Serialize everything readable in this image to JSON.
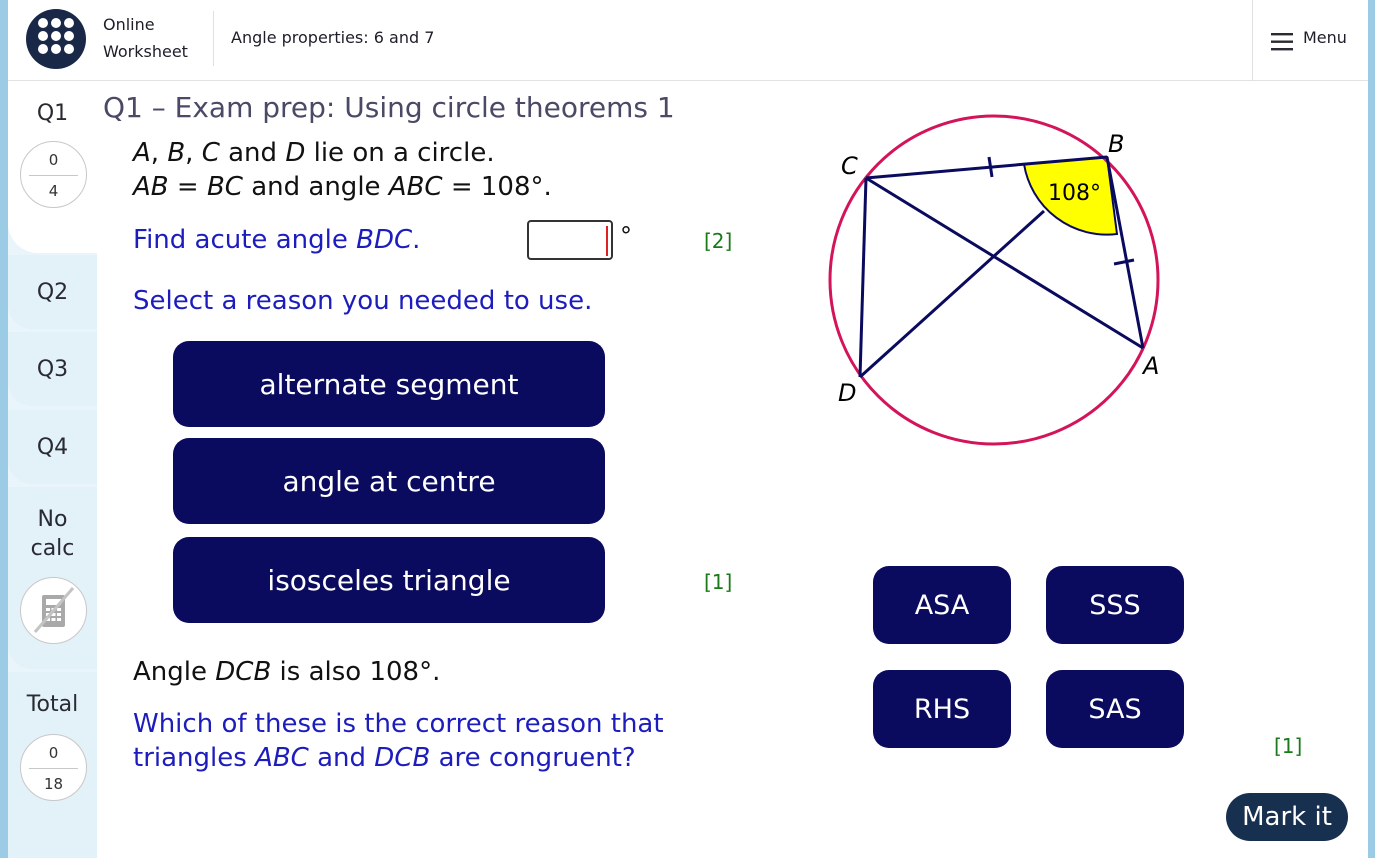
{
  "header": {
    "brand_line1": "Online",
    "brand_line2": "Worksheet",
    "title": "Angle properties: 6 and 7",
    "menu_label": "Menu"
  },
  "sidebar": {
    "q1": {
      "label": "Q1",
      "score": "0",
      "max": "4"
    },
    "q2": {
      "label": "Q2"
    },
    "q3": {
      "label": "Q3"
    },
    "q4": {
      "label": "Q4"
    },
    "no_calc": {
      "line1": "No",
      "line2": "calc"
    },
    "total": {
      "label": "Total",
      "score": "0",
      "max": "18"
    }
  },
  "question": {
    "title": "Q1 – Exam prep: Using circle theorems 1",
    "line1_pts": [
      "A",
      ", ",
      "B",
      ", ",
      "C",
      " and ",
      "D",
      " lie on a circle."
    ],
    "line2_pts": [
      "AB",
      " = ",
      "BC",
      " and angle ",
      "ABC",
      " = 108°."
    ],
    "find_pre": "Find acute angle ",
    "find_var": "BDC",
    "find_post": ".",
    "degree_symbol": "°",
    "mark_find": "[2]",
    "reason_prompt": "Select a reason you needed to use.",
    "reasons": [
      "alternate segment",
      "angle at centre",
      "isosceles triangle"
    ],
    "mark_reason": "[1]",
    "angle_pre": "Angle ",
    "angle_var": "DCB",
    "angle_post": " is also 108°.",
    "cong_line1": "Which of these is the correct reason that",
    "cong_l2_pts": [
      "triangles ",
      "ABC",
      " and ",
      "DCB",
      " are congruent?"
    ],
    "cong_options": [
      "ASA",
      "SSS",
      "RHS",
      "SAS"
    ],
    "mark_cong": "[1]",
    "mark_it_label": "Mark it"
  },
  "diagram": {
    "points": {
      "A": "A",
      "B": "B",
      "C": "C",
      "D": "D"
    },
    "angle_label": "108°",
    "colors": {
      "circle": "#d4145a",
      "lines": "#0a0a5e",
      "angle_fill": "#ffff00"
    }
  }
}
